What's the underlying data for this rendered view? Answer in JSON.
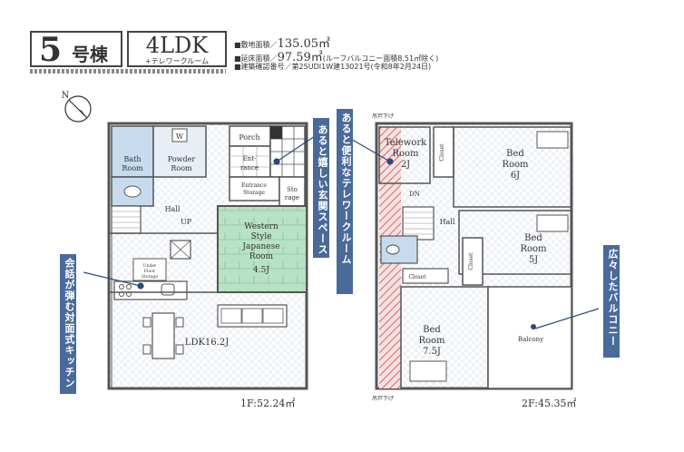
{
  "header": {
    "building_number": "5",
    "building_suffix": "号棟",
    "plan_type": "4LDK",
    "plan_sub": "+テレワークルーム",
    "land_area": "■敷地面積／",
    "land_value": "135.05㎡",
    "floor_area": "■延床面積／",
    "floor_value": "97.59㎡",
    "floor_note": "(ルーフバルコニー面積8.51㎡除く)",
    "certification": "■建築確認番号／第25UDI1W建13021号(令和8年2月24日)"
  },
  "colors": {
    "callout_bg": "#4a6a9a",
    "tatami": "#b7e3c4",
    "wet": "#c6dcee",
    "hatch": "#d46a6a",
    "wall": "#666666"
  },
  "north_label": "N",
  "floor1": {
    "bath": [
      "Bath",
      "Room"
    ],
    "wc_mark": "W",
    "powder": [
      "Powder",
      "Room"
    ],
    "porch": "Porch",
    "entrance": [
      "Ent-",
      "rance"
    ],
    "entrance_storage": [
      "Entrance",
      "Storage"
    ],
    "storage": [
      "Sto",
      "rage"
    ],
    "hall": "Hall",
    "up": "UP",
    "western": [
      "Western",
      "Style",
      "Japanese",
      "Room",
      "4.5J"
    ],
    "under_floor": [
      "Under",
      "Floor",
      "Storage"
    ],
    "ldk": "LDK16.2J",
    "area": "1F:52.24㎡"
  },
  "floor2": {
    "upper_label_top": "吊戸下げ",
    "upper_label_bottom": "吊戸下げ",
    "telework": [
      "Telework",
      "Room",
      "2J"
    ],
    "closet": "Closet",
    "bed1": [
      "Bed",
      "Room",
      "6J"
    ],
    "dn": "DN",
    "hall": "Hall",
    "bed2": [
      "Bed",
      "Room",
      "5J"
    ],
    "closet2": "Closet",
    "closet3": "Closet",
    "bed3": [
      "Bed",
      "Room",
      "7.5J"
    ],
    "balcony": "Balcony",
    "area": "2F:45.35㎡"
  },
  "callouts": {
    "entrance": "あると嬉しい玄関スペース",
    "telework": "あると便利なテレワークルーム",
    "kitchen": "会話が弾む対面式キッチン",
    "balcony": "広々したバルコニー"
  }
}
